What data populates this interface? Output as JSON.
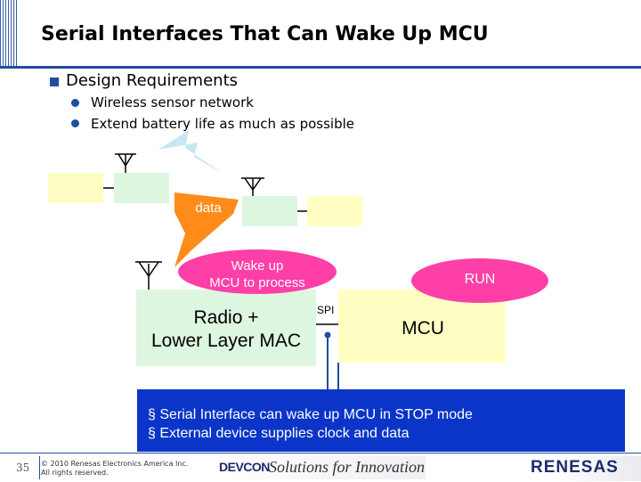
{
  "title": "Serial Interfaces That Can Wake Up MCU",
  "requirements": {
    "heading": "Design Requirements",
    "items": [
      "Wireless sensor network",
      "Extend battery life as much as possible"
    ]
  },
  "diagram": {
    "data_label": "data",
    "wake_label_line1": "Wake up",
    "wake_label_line2": "MCU to process",
    "run_label": "RUN",
    "radio_line1": "Radio +",
    "radio_line2": "Lower Layer MAC",
    "spi_label": "SPI",
    "mcu_label": "MCU"
  },
  "callout": {
    "lines": [
      "§ Serial Interface can wake up MCU in STOP mode",
      "§ External device supplies clock and data"
    ]
  },
  "footer": {
    "page_number": "35",
    "copyright_line1": "© 2010 Renesas Electronics America Inc.",
    "copyright_line2": "All rights reserved.",
    "event_logo": "DEVCON",
    "tagline": "Solutions for Innovation",
    "brand_logo": "RENESAS"
  },
  "colors": {
    "accent_blue": "#1f4e9e",
    "callout_blue": "#0a35c8",
    "bubble_pink": "#ff3fa8",
    "data_orange": "#ff8c1a",
    "box_yellow": "#ffffc4",
    "box_green": "#ddf6e0"
  }
}
